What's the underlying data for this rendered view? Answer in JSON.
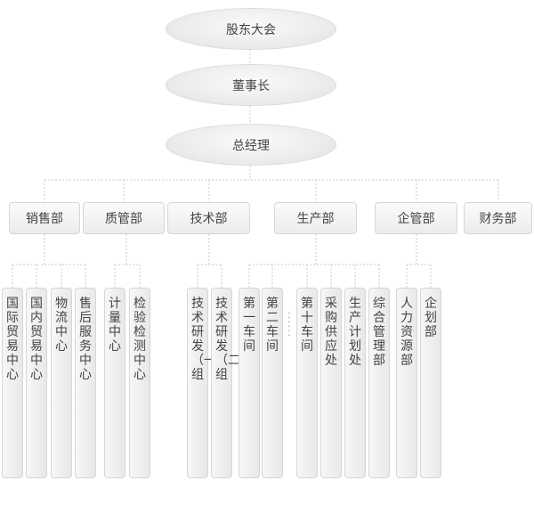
{
  "top": {
    "shareholders": "股东大会",
    "board": "董事长",
    "gm": "总经理"
  },
  "departments": [
    {
      "label": "销售部",
      "units": [
        "国际贸易中心",
        "国内贸易中心",
        "物流中心",
        "售后服务中心"
      ]
    },
    {
      "label": "质管部",
      "units": [
        "计量中心",
        "检验检测中心"
      ]
    },
    {
      "label": "技术部",
      "units": [
        "技术研发（一）组",
        "技术研发（二）组"
      ]
    },
    {
      "label": "生产部",
      "units": [
        "第一车间",
        "第二车间",
        "第十车间",
        "采购供应处",
        "生产计划处",
        "综合管理部"
      ]
    },
    {
      "label": "企管部",
      "units": [
        "人力资源部",
        "企划部"
      ]
    },
    {
      "label": "财务部",
      "units": []
    }
  ],
  "ellipsis": "……"
}
